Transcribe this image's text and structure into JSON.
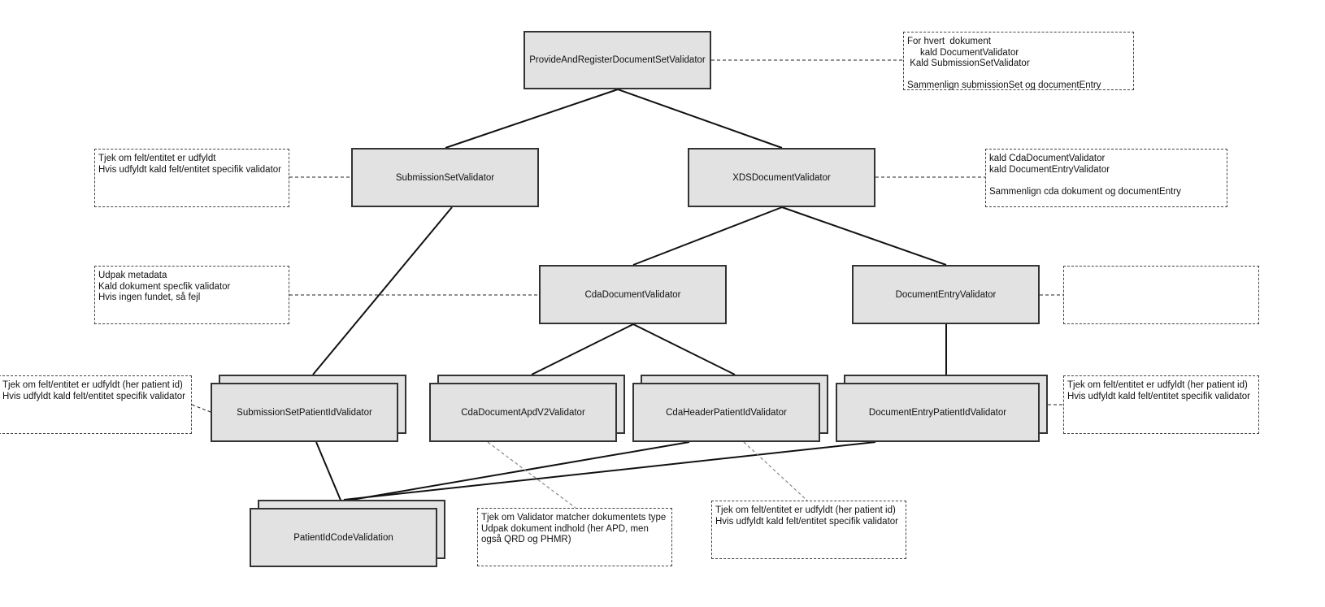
{
  "colors": {
    "node_fill": "#e2e2e2",
    "node_border": "#333333",
    "edge": "#111111",
    "annotation_link": "#888888"
  },
  "nodes": [
    {
      "id": "pards",
      "label": "ProvideAndRegisterDocumentSetValidator",
      "stacked": false
    },
    {
      "id": "ssv",
      "label": "SubmissionSetValidator",
      "stacked": false
    },
    {
      "id": "xds",
      "label": "XDSDocumentValidator",
      "stacked": false
    },
    {
      "id": "cda",
      "label": "CdaDocumentValidator",
      "stacked": false
    },
    {
      "id": "dev",
      "label": "DocumentEntryValidator",
      "stacked": false
    },
    {
      "id": "sspid",
      "label": "SubmissionSetPatientIdValidator",
      "stacked": true
    },
    {
      "id": "apd",
      "label": "CdaDocumentApdV2Validator",
      "stacked": true
    },
    {
      "id": "chp",
      "label": "CdaHeaderPatientIdValidator",
      "stacked": true
    },
    {
      "id": "depid",
      "label": "DocumentEntryPatientIdValidator",
      "stacked": true
    },
    {
      "id": "pidc",
      "label": "PatientIdCodeValidation",
      "stacked": true
    }
  ],
  "notes": [
    {
      "id": "n1",
      "text": "For hvert  dokument\n     kald DocumentValidator\n Kald SubmissionSetValidator\n\nSammenlign submissionSet og documentEntry"
    },
    {
      "id": "n2",
      "text": "Tjek om felt/entitet er udfyldt\nHvis udfyldt kald felt/entitet specifik validator"
    },
    {
      "id": "n3",
      "text": "kald CdaDocumentValidator\nkald DocumentEntryValidator\n\nSammenlign cda dokument og documentEntry"
    },
    {
      "id": "n4",
      "text": "Udpak metadata\nKald dokument specfik validator\nHvis ingen fundet, så fejl"
    },
    {
      "id": "n5",
      "text": ""
    },
    {
      "id": "n6",
      "text": "Tjek om felt/entitet er udfyldt (her patient id)\nHvis udfyldt kald felt/entitet specifik validator"
    },
    {
      "id": "n7",
      "text": "Tjek om felt/entitet er udfyldt (her patient id)\nHvis udfyldt kald felt/entitet specifik validator"
    },
    {
      "id": "n8",
      "text": "Tjek om Validator matcher dokumentets type\nUdpak dokument indhold (her APD, men\nogså QRD og PHMR)"
    },
    {
      "id": "n9",
      "text": "Tjek om felt/entitet er udfyldt (her patient id)\nHvis udfyldt kald felt/entitet specifik validator"
    }
  ]
}
